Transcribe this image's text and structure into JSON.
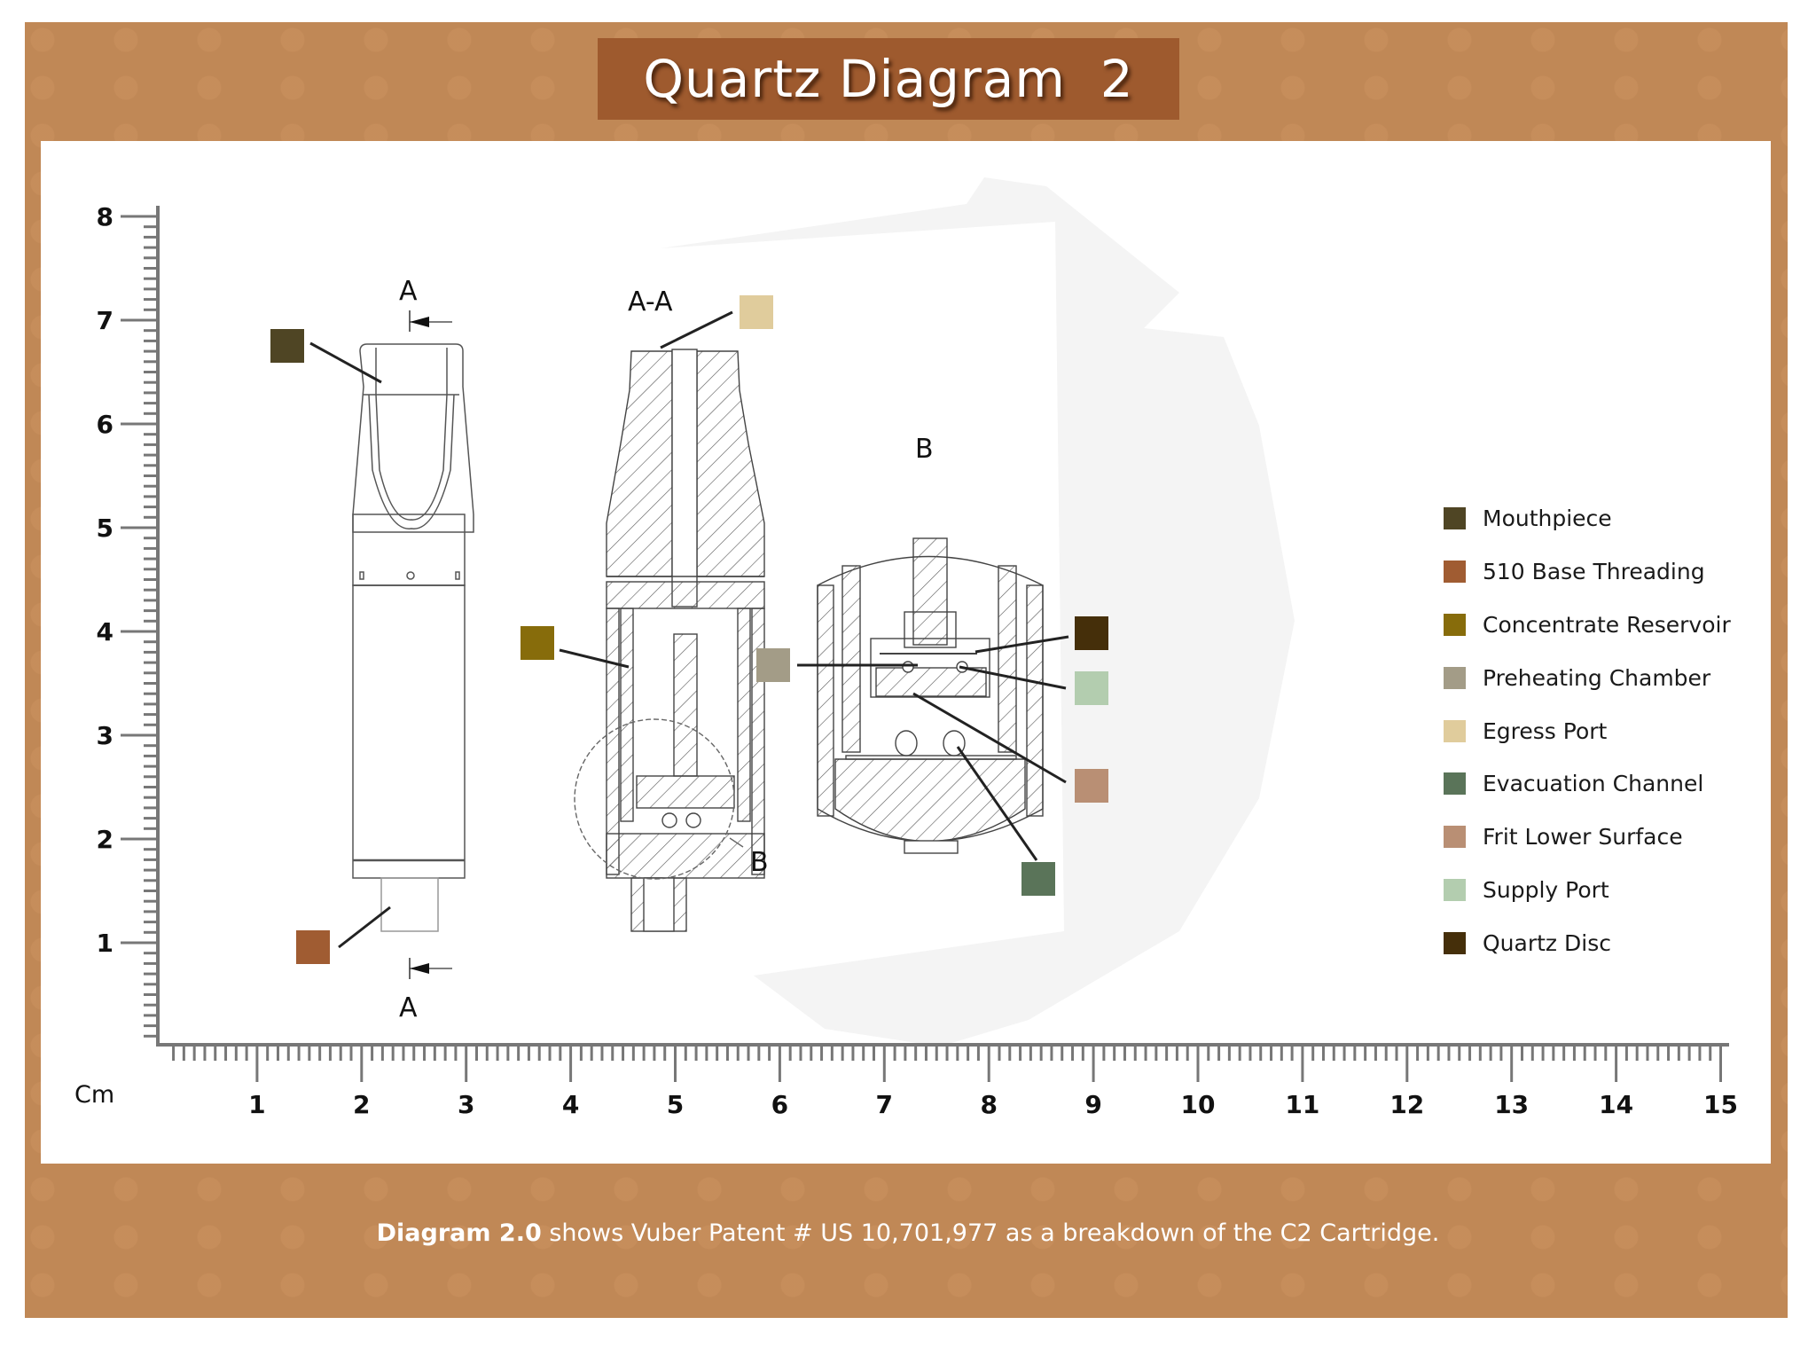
{
  "header": {
    "title": "Quartz Diagram  2"
  },
  "caption": {
    "bold": "Diagram 2.0",
    "text": " shows Vuber Patent # US 10,701,977 as a breakdown of the C2 Cartridge."
  },
  "axes": {
    "unit_label": "Cm",
    "y_ticks": [
      "1",
      "2",
      "3",
      "4",
      "5",
      "6",
      "7",
      "8"
    ],
    "x_ticks": [
      "1",
      "2",
      "3",
      "4",
      "5",
      "6",
      "7",
      "8",
      "9",
      "10",
      "11",
      "12",
      "13",
      "14",
      "15"
    ]
  },
  "drawing_labels": {
    "section_top": "A",
    "section_bottom": "A",
    "section_view": "A-A",
    "detail_ref": "B",
    "detail_view": "B"
  },
  "legend": {
    "items": [
      {
        "label": "Mouthpiece",
        "color": "#4f4524"
      },
      {
        "label": "510 Base Threading",
        "color": "#a05c32"
      },
      {
        "label": "Concentrate Reservoir",
        "color": "#876c0b"
      },
      {
        "label": "Preheating Chamber",
        "color": "#a39c87"
      },
      {
        "label": "Egress Port",
        "color": "#e0cc9c"
      },
      {
        "label": "Evacuation Channel",
        "color": "#5a7459"
      },
      {
        "label": "Frit Lower Surface",
        "color": "#b98f74"
      },
      {
        "label": "Supply Port",
        "color": "#b3cdaf"
      },
      {
        "label": "Quartz Disc",
        "color": "#452f0a"
      }
    ]
  },
  "colors": {
    "frame": "#c08856",
    "title_box": "#9e5a2e",
    "panel": "#ffffff",
    "axis": "#777777"
  }
}
